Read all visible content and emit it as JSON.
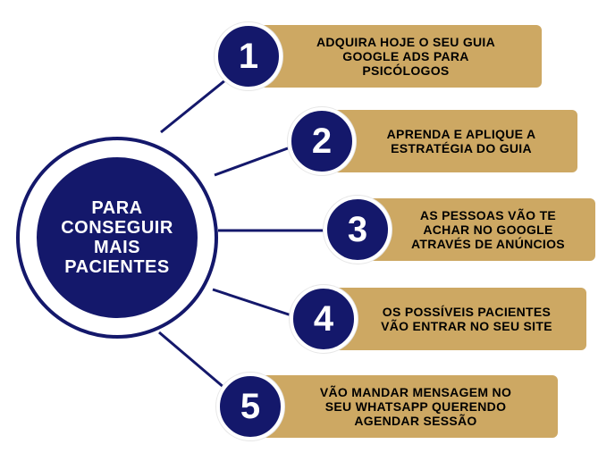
{
  "center": {
    "text": "PARA\nCONSEGUIR\nMAIS\nPACIENTES"
  },
  "steps": [
    {
      "number": "1",
      "text": "ADQUIRA HOJE O SEU GUIA\nGOOGLE ADS PARA\nPSICÓLOGOS"
    },
    {
      "number": "2",
      "text": "APRENDA E APLIQUE A\nESTRATÉGIA DO GUIA"
    },
    {
      "number": "3",
      "text": "AS PESSOAS VÃO TE\nACHAR NO GOOGLE\nATRAVÉS DE ANÚNCIOS"
    },
    {
      "number": "4",
      "text": "OS POSSÍVEIS PACIENTES\nVÃO ENTRAR NO SEU SITE"
    },
    {
      "number": "5",
      "text": "VÃO MANDAR MENSAGEM NO\nSEU WHATSAPP QUERENDO\nAGENDAR SESSÃO"
    }
  ],
  "colors": {
    "navy": "#14186b",
    "gold": "#cda863",
    "text_dark": "#000000",
    "text_light": "#ffffff"
  }
}
